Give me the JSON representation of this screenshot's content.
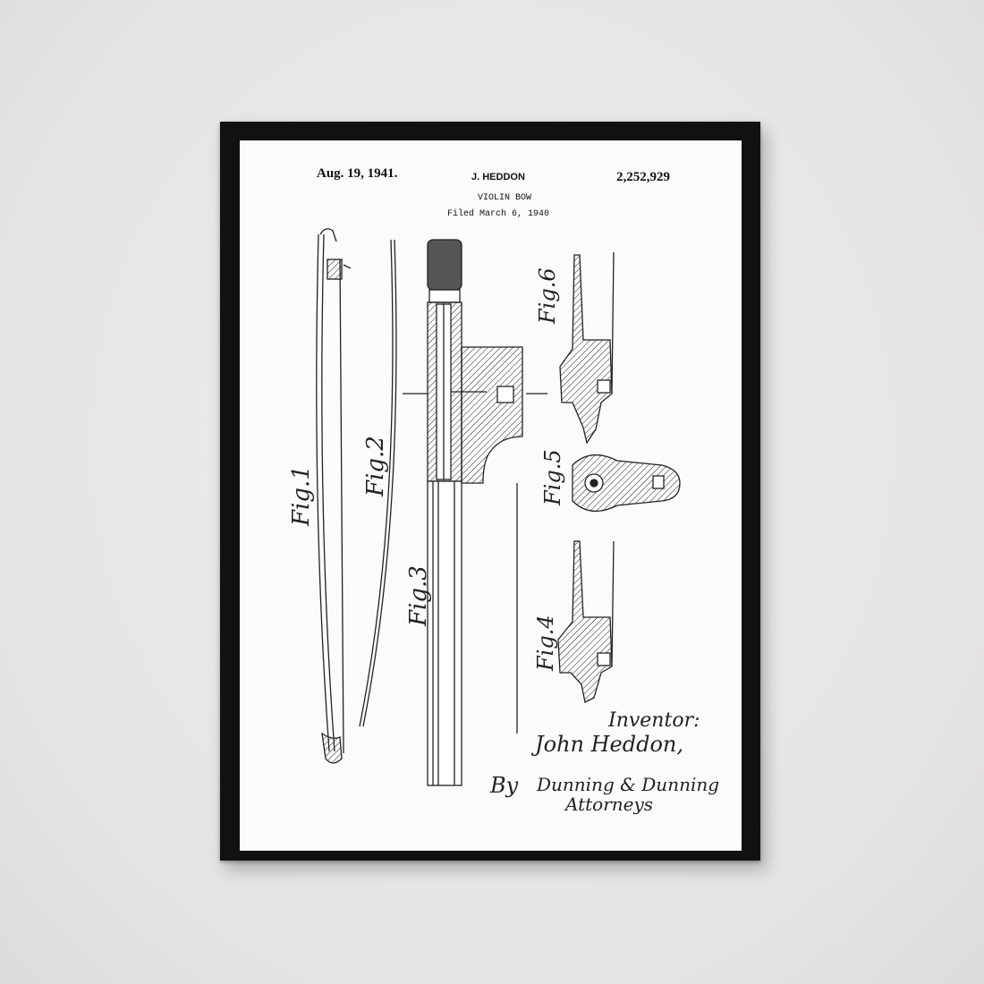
{
  "patent": {
    "date": "Aug. 19, 1941.",
    "inventor": "J. HEDDON",
    "number": "2,252,929",
    "title": "VIOLIN BOW",
    "filed": "Filed March 6, 1940"
  },
  "figures": {
    "fig1": "Fig.1",
    "fig2": "Fig.2",
    "fig3": "Fig.3",
    "fig4": "Fig.4",
    "fig5": "Fig.5",
    "fig6": "Fig.6"
  },
  "signature": {
    "inventor_label": "Inventor:",
    "inventor_name": "John Heddon,",
    "by": "By",
    "firm": "Dunning & Dunning",
    "attorneys": "Attorneys"
  },
  "colors": {
    "wall": "#e9e8e6",
    "frame": "#111111",
    "paper": "#fbfbfa",
    "ink": "#111111"
  }
}
